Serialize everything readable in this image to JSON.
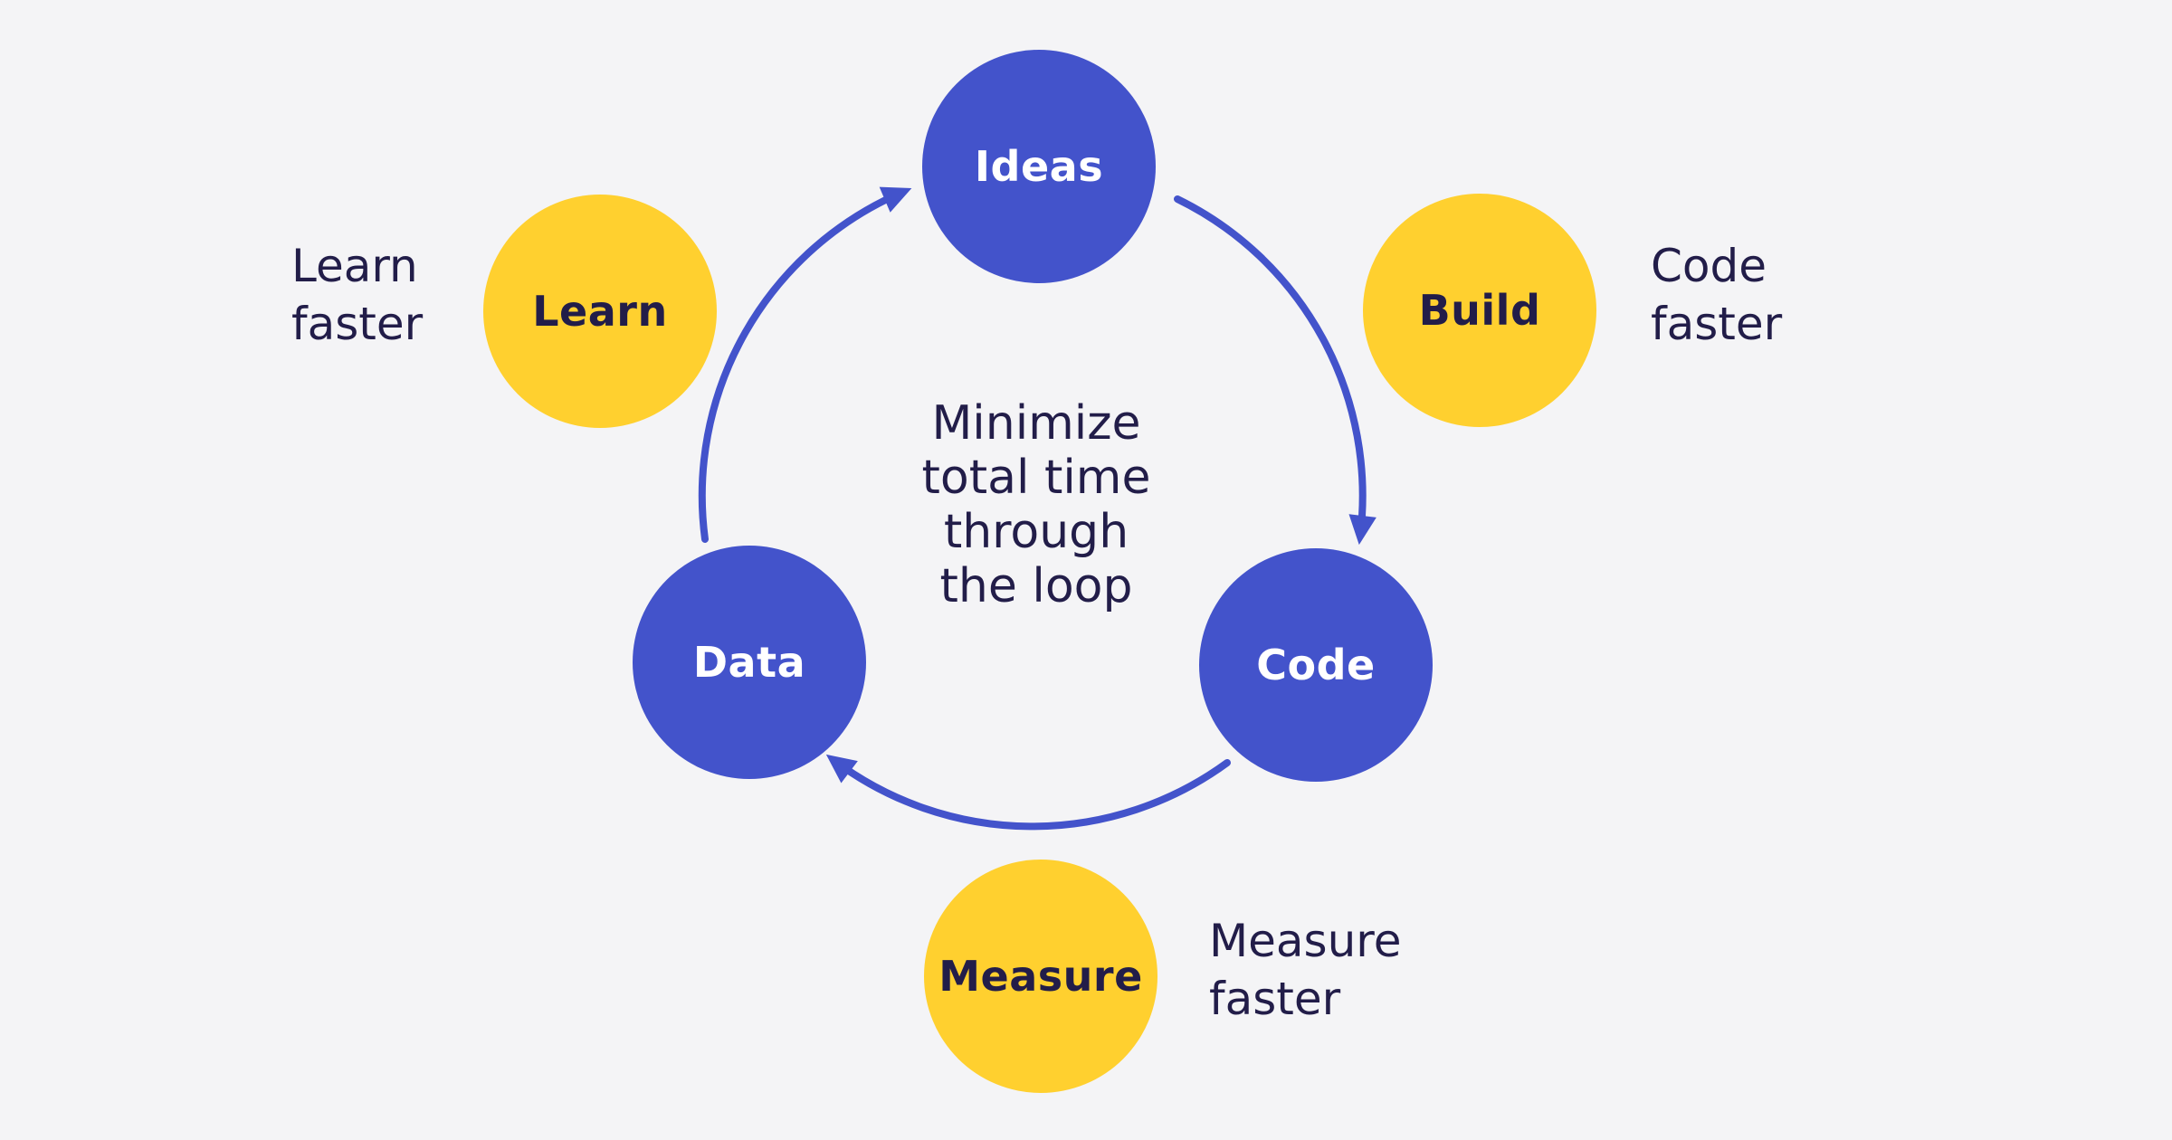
{
  "diagram": {
    "type": "cycle-loop",
    "background_color": "#f4f4f6",
    "colors": {
      "blue": "#4353cb",
      "yellow": "#ffd02f",
      "text_dark": "#221d49",
      "text_on_blue": "#ffffff"
    },
    "center_text": {
      "lines": [
        "Minimize",
        "total time",
        "through",
        "the loop"
      ]
    },
    "nodes": [
      {
        "id": "ideas",
        "label": "Ideas",
        "color": "blue",
        "position": "top-center"
      },
      {
        "id": "build",
        "label": "Build",
        "color": "yellow",
        "position": "upper-right"
      },
      {
        "id": "code",
        "label": "Code",
        "color": "blue",
        "position": "lower-right"
      },
      {
        "id": "measure",
        "label": "Measure",
        "color": "yellow",
        "position": "bottom-center"
      },
      {
        "id": "data",
        "label": "Data",
        "color": "blue",
        "position": "lower-left"
      },
      {
        "id": "learn",
        "label": "Learn",
        "color": "yellow",
        "position": "upper-left"
      }
    ],
    "captions": [
      {
        "id": "learn-faster",
        "lines": [
          "Learn",
          "faster"
        ]
      },
      {
        "id": "code-faster",
        "lines": [
          "Code",
          "faster"
        ]
      },
      {
        "id": "measure-faster",
        "lines": [
          "Measure",
          "faster"
        ]
      }
    ],
    "arrows": [
      {
        "from": "Ideas",
        "to": "Code"
      },
      {
        "from": "Code",
        "to": "Data"
      },
      {
        "from": "Data",
        "to": "Ideas"
      }
    ]
  }
}
